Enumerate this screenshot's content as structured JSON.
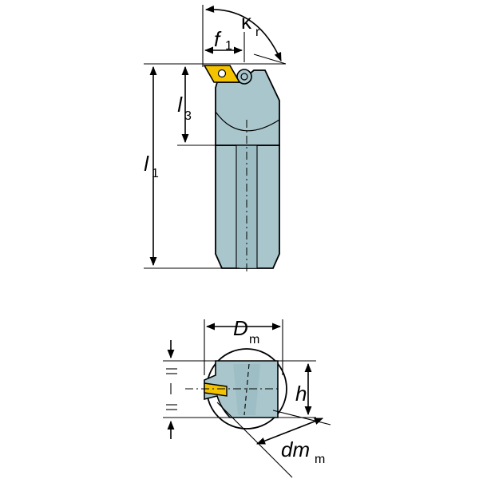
{
  "colors": {
    "body": "#a9c6cc",
    "body_dark": "#8fb0b8",
    "insert": "#f3c300",
    "outline": "#000000",
    "background": "#ffffff"
  },
  "side_view": {
    "angle_label": "κ",
    "angle_sub": "r",
    "f_label": "f",
    "f_sub": "1",
    "l3_label": "l",
    "l3_sub": "3",
    "l1_label": "l",
    "l1_sub": "1"
  },
  "end_view": {
    "Dm_label": "D",
    "Dm_sub": "m",
    "h_label": "h",
    "dm_label": "dm",
    "dm_sub": "m"
  }
}
